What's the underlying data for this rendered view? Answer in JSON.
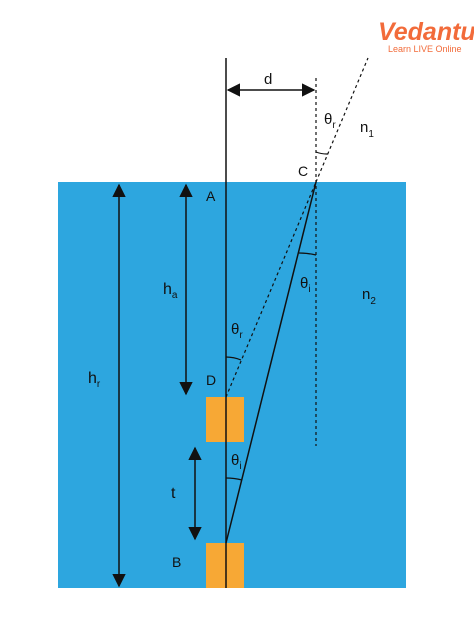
{
  "logo": {
    "wordmark": "Vedantu",
    "tagline": "Learn LIVE Online",
    "color": "#F26B3A"
  },
  "colors": {
    "water": "#2DA6DF",
    "block": "#F7A835",
    "line": "#111111"
  },
  "labels": {
    "d": "d",
    "theta_r_top": "θ",
    "theta_r_top_sub": "r",
    "n1": "n",
    "n1_sub": "1",
    "C": "C",
    "A": "A",
    "h_a": "h",
    "h_a_sub": "a",
    "theta_i_right": "θ",
    "theta_i_right_sub": "i",
    "n2": "n",
    "n2_sub": "2",
    "theta_r_mid": "θ",
    "theta_r_mid_sub": "r",
    "h_r": "h",
    "h_r_sub": "r",
    "D": "D",
    "theta_i_low": "θ",
    "theta_i_low_sub": "i",
    "t": "t",
    "B": "B"
  }
}
